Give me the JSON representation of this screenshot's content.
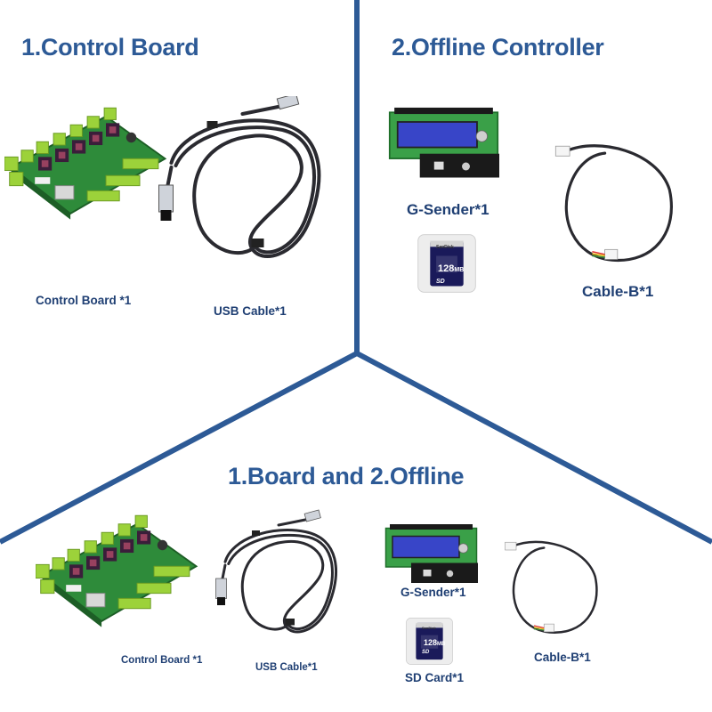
{
  "sections": {
    "control_board": {
      "title": "1.Control Board"
    },
    "offline_controller": {
      "title": "2.Offline Controller"
    },
    "board_and_offline": {
      "title": "1.Board and 2.Offline"
    }
  },
  "labels": {
    "top_left": {
      "control_board": "Control Board *1",
      "usb_cable": "USB Cable*1"
    },
    "top_right": {
      "g_sender": "G-Sender*1",
      "cable_b": "Cable-B*1"
    },
    "bottom": {
      "control_board": "Control Board *1",
      "usb_cable": "USB Cable*1",
      "g_sender": "G-Sender*1",
      "sd_card": "SD Card*1",
      "cable_b": "Cable-B*1"
    }
  },
  "product_text": {
    "sd_capacity": "128",
    "sd_capacity_unit": "MB",
    "sd_brand": "SanDisk",
    "sd_logo": "SD"
  },
  "colors": {
    "divider": "#2d5a96",
    "title": "#2d5a96",
    "label": "#1f3f73",
    "pcb": "#2e8b3a",
    "terminal": "#9cd23a",
    "lcd": "#3845c8",
    "cable": "#2a2a30"
  }
}
